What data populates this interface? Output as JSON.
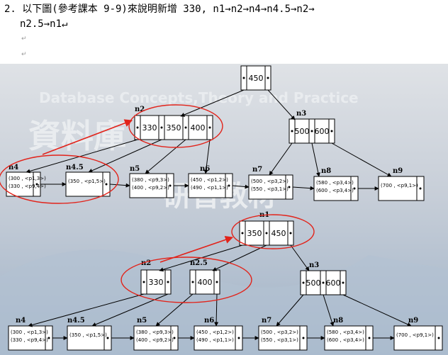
{
  "heading": {
    "line1": "2. 以下圖(參考課本 9-9)來說明新增 330, n1→n2→n4→n4.5→n2→",
    "line2": "n2.5→n1↵"
  },
  "para_mark": "↵",
  "watermark": {
    "line1": "Database  Concepts,Theory and Practice",
    "line2": "資料庫",
    "line3": "研習教材"
  },
  "tree1": {
    "n1": {
      "label": "n1",
      "keys": [
        "450"
      ]
    },
    "n2": {
      "label": "n2",
      "keys": [
        "330",
        "350",
        "400"
      ]
    },
    "n3": {
      "label": "n3",
      "keys": [
        "500",
        "600"
      ]
    },
    "n4": {
      "label": "n4",
      "records": [
        "(300 , <p1,3>)",
        "(330 , <p9,4>)"
      ]
    },
    "n45": {
      "label": "n4.5",
      "records": [
        "(350 , <p1,5>)"
      ]
    },
    "n5": {
      "label": "n5",
      "records": [
        "(380 , <p9,3>)",
        "(400 , <p9,2>)"
      ]
    },
    "n6": {
      "label": "n6",
      "records": [
        "(450 , <p1,2>)",
        "(490 , <p1,1>)"
      ]
    },
    "n7": {
      "label": "n7",
      "records": [
        "(500 , <p3,2>)",
        "(550 , <p3,1>)"
      ]
    },
    "n8": {
      "label": "n8",
      "records": [
        "(580 , <p3,4>)",
        "(600 , <p3,4>)"
      ]
    },
    "n9": {
      "label": "n9",
      "records": [
        "(700 , <p9,1>)"
      ]
    }
  },
  "tree2": {
    "n1": {
      "label": "n1",
      "keys": [
        "350",
        "450"
      ]
    },
    "n2": {
      "label": "n2",
      "keys": [
        "330"
      ]
    },
    "n25": {
      "label": "n2.5",
      "keys": [
        "400"
      ]
    },
    "n3": {
      "label": "n3",
      "keys": [
        "500",
        "600"
      ]
    },
    "n4": {
      "label": "n4",
      "records": [
        "(300 , <p1,3>)",
        "(330 , <p9,4>)"
      ]
    },
    "n45": {
      "label": "n4.5",
      "records": [
        "(350 , <p1,5>)"
      ]
    },
    "n5": {
      "label": "n5",
      "records": [
        "(380 , <p9,3>)",
        "(400 , <p9,2>)"
      ]
    },
    "n6": {
      "label": "n6",
      "records": [
        "(450 , <p1,2>)",
        "(490 , <p1,1>)"
      ]
    },
    "n7": {
      "label": "n7",
      "records": [
        "(500 , <p3,2>)",
        "(550 , <p3,1>)"
      ]
    },
    "n8": {
      "label": "n8",
      "records": [
        "(580 , <p3,4>)",
        "(600 , <p3,4>)"
      ]
    },
    "n9": {
      "label": "n9",
      "records": [
        "(700 , <p9,1>)"
      ]
    }
  },
  "colors": {
    "highlight_ellipse": "#e2231a",
    "arrow": "#000000",
    "background_top": "#d8dbe0",
    "background_bottom": "#9fb0c4"
  }
}
